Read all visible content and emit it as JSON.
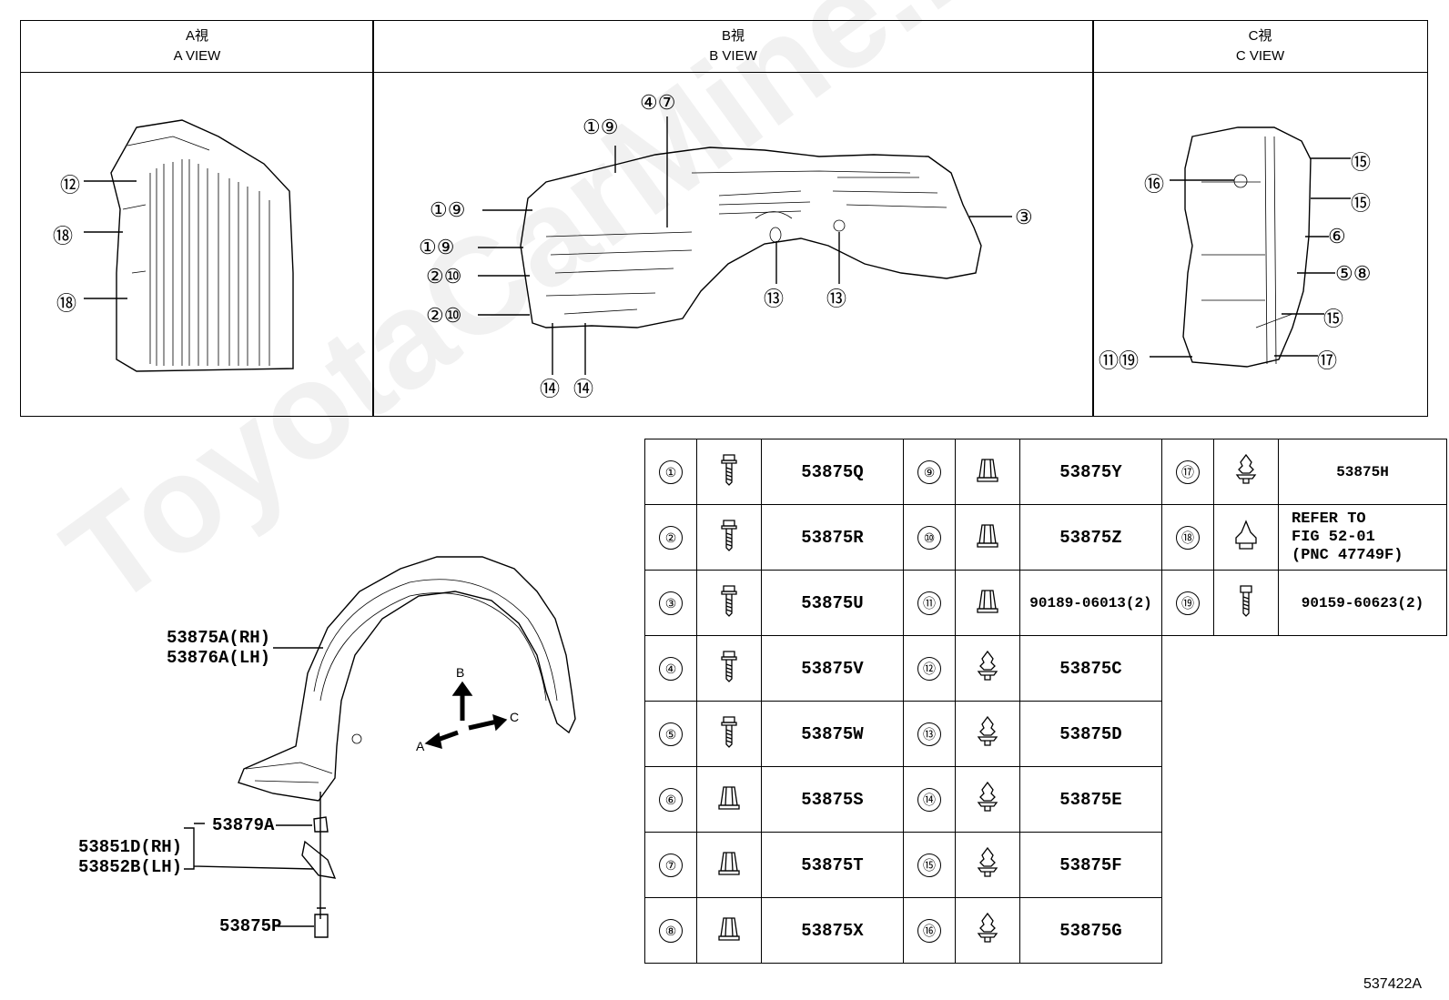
{
  "views": [
    {
      "title_jp": "A視",
      "title_en": "A VIEW"
    },
    {
      "title_jp": "B視",
      "title_en": "B VIEW"
    },
    {
      "title_jp": "C視",
      "title_en": "C VIEW"
    }
  ],
  "callouts": {
    "a": [
      "⑫",
      "⑱",
      "⑱"
    ],
    "b": [
      "①⑨",
      "①⑨",
      "①⑨",
      "②⑩",
      "②⑩",
      "④⑦",
      "③",
      "⑬",
      "⑬",
      "⑭",
      "⑭"
    ],
    "c": [
      "⑯",
      "⑮",
      "⑮",
      "⑥",
      "⑤⑧",
      "⑮",
      "⑪⑲",
      "⑰"
    ]
  },
  "main_labels": {
    "liner_rh": "53875A(RH)",
    "liner_lh": "53876A(LH)",
    "bracket_rh": "53851D(RH)",
    "bracket_lh": "53852B(LH)",
    "clip": "53879A",
    "bolt": "53875P",
    "arrow_a": "A",
    "arrow_b": "B",
    "arrow_c": "C"
  },
  "parts_table": [
    [
      {
        "n": "①",
        "icon": "bolt-icon",
        "pn": "53875Q"
      },
      {
        "n": "⑨",
        "icon": "nut-icon",
        "pn": "53875Y"
      },
      {
        "n": "⑰",
        "icon": "push-clip-icon",
        "pn": "53875H"
      }
    ],
    [
      {
        "n": "②",
        "icon": "bolt-icon",
        "pn": "53875R"
      },
      {
        "n": "⑩",
        "icon": "nut-icon",
        "pn": "53875Z"
      },
      {
        "n": "⑱",
        "icon": "clip-icon",
        "pn": "REFER TO\nFIG 52-01\n(PNC 47749F)"
      }
    ],
    [
      {
        "n": "③",
        "icon": "bolt-icon",
        "pn": "53875U"
      },
      {
        "n": "⑪",
        "icon": "nut-icon",
        "pn": "90189-06013(2)"
      },
      {
        "n": "⑲",
        "icon": "screw-icon",
        "pn": "90159-60623(2)"
      }
    ],
    [
      {
        "n": "④",
        "icon": "bolt-icon",
        "pn": "53875V"
      },
      {
        "n": "⑫",
        "icon": "push-clip-icon",
        "pn": "53875C"
      }
    ],
    [
      {
        "n": "⑤",
        "icon": "bolt-icon",
        "pn": "53875W"
      },
      {
        "n": "⑬",
        "icon": "push-clip-icon",
        "pn": "53875D"
      }
    ],
    [
      {
        "n": "⑥",
        "icon": "nut-icon",
        "pn": "53875S"
      },
      {
        "n": "⑭",
        "icon": "push-clip-icon",
        "pn": "53875E"
      }
    ],
    [
      {
        "n": "⑦",
        "icon": "nut-icon",
        "pn": "53875T"
      },
      {
        "n": "⑮",
        "icon": "push-clip-icon",
        "pn": "53875F"
      }
    ],
    [
      {
        "n": "⑧",
        "icon": "nut-icon",
        "pn": "53875X"
      },
      {
        "n": "⑯",
        "icon": "push-clip-icon",
        "pn": "53875G"
      }
    ]
  ],
  "figure_id": "537422A",
  "watermark": "ToyotaCarMine.ru"
}
